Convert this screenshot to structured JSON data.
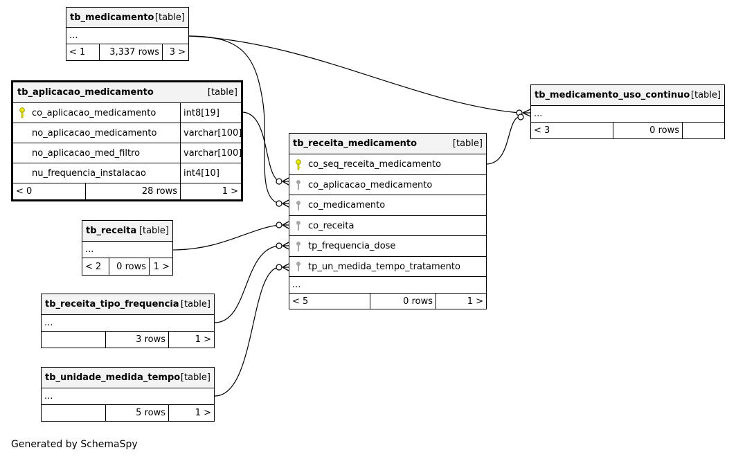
{
  "footer": "Generated by SchemaSpy",
  "tables": {
    "medicamento": {
      "name": "tb_medicamento",
      "type": "[table]",
      "body": "...",
      "parents": "< 1",
      "rows": "3,337 rows",
      "children": "3 >"
    },
    "aplicacao": {
      "name": "tb_aplicacao_medicamento",
      "type": "[table]",
      "columns": [
        {
          "name": "co_aplicacao_medicamento",
          "type": "int8[19]",
          "key": "primary"
        },
        {
          "name": "no_aplicacao_medicamento",
          "type": "varchar[100]",
          "key": "none"
        },
        {
          "name": "no_aplicacao_med_filtro",
          "type": "varchar[100]",
          "key": "none"
        },
        {
          "name": "nu_frequencia_instalacao",
          "type": "int4[10]",
          "key": "none"
        }
      ],
      "parents": "< 0",
      "rows": "28 rows",
      "children": "1 >"
    },
    "receita": {
      "name": "tb_receita",
      "type": "[table]",
      "body": "...",
      "parents": "< 2",
      "rows": "0 rows",
      "children": "1 >"
    },
    "tipo_frequencia": {
      "name": "tb_receita_tipo_frequencia",
      "type": "[table]",
      "body": "...",
      "parents": "",
      "rows": "3 rows",
      "children": "1 >"
    },
    "unidade_medida": {
      "name": "tb_unidade_medida_tempo",
      "type": "[table]",
      "body": "...",
      "parents": "",
      "rows": "5 rows",
      "children": "1 >"
    },
    "receita_medicamento": {
      "name": "tb_receita_medicamento",
      "type": "[table]",
      "columns": [
        {
          "name": "co_seq_receita_medicamento",
          "key": "primary"
        },
        {
          "name": "co_aplicacao_medicamento",
          "key": "foreign"
        },
        {
          "name": "co_medicamento",
          "key": "foreign"
        },
        {
          "name": "co_receita",
          "key": "foreign"
        },
        {
          "name": "tp_frequencia_dose",
          "key": "foreign"
        },
        {
          "name": "tp_un_medida_tempo_tratamento",
          "key": "foreign"
        }
      ],
      "body": "...",
      "parents": "< 5",
      "rows": "0 rows",
      "children": "1 >"
    },
    "uso_continuo": {
      "name": "tb_medicamento_uso_continuo",
      "type": "[table]",
      "body": "...",
      "parents": "< 3",
      "rows": "0 rows",
      "children": ""
    }
  },
  "colors": {
    "primary_key": "#e8e800",
    "foreign_key": "#a6a6a6",
    "header_bg": "#f3f3f3"
  }
}
